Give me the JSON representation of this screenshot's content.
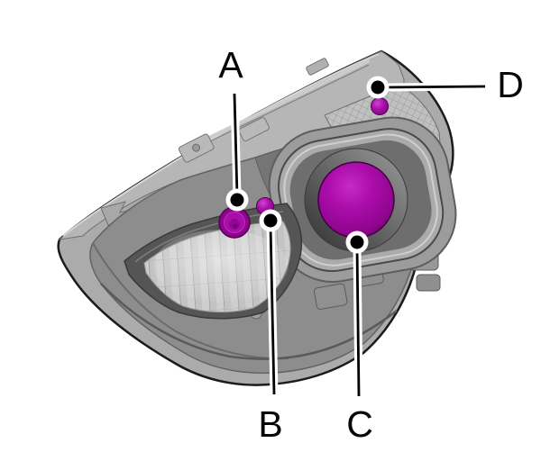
{
  "figure": {
    "type": "technical-illustration",
    "subject": "headlamp-assembly-bulb-locations",
    "background_color": "#ffffff",
    "highlight_color": "#a50aa5",
    "outline_color": "#1b1b1b",
    "callouts": [
      {
        "label": "A",
        "target": "left-bulb-cap-highlight"
      },
      {
        "label": "B",
        "target": "small-bulb-highlight"
      },
      {
        "label": "C",
        "target": "projector-bulb-highlight"
      },
      {
        "label": "D",
        "target": "upper-bulb-highlight"
      }
    ]
  }
}
